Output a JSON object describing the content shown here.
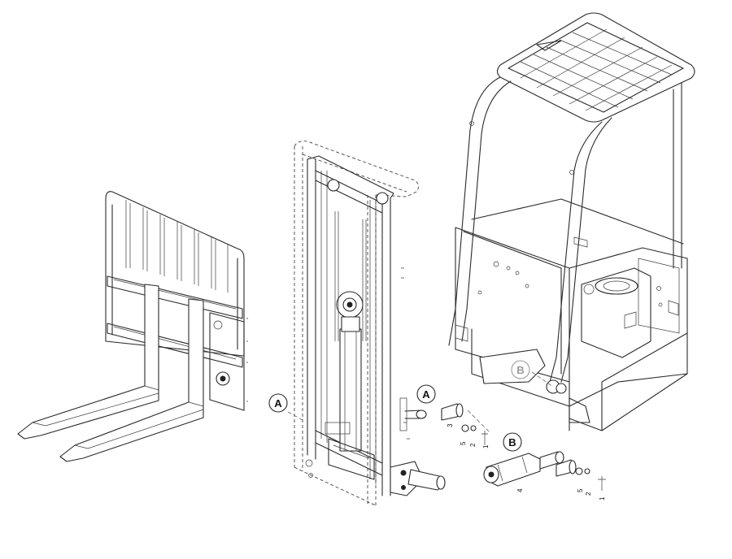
{
  "diagram": {
    "callouts": [
      {
        "id": "a1",
        "label": "A"
      },
      {
        "id": "a2",
        "label": "A"
      },
      {
        "id": "b1",
        "label": "B"
      },
      {
        "id": "b2",
        "label": "B"
      }
    ],
    "part_numbers": {
      "group_a": [
        "3",
        "5",
        "2",
        "1"
      ],
      "group_b": [
        "4",
        "5",
        "2",
        "1"
      ]
    },
    "colors": {
      "line": "#2a2a2a",
      "callout_faded": "#9a9a9a",
      "background": "#ffffff"
    }
  }
}
